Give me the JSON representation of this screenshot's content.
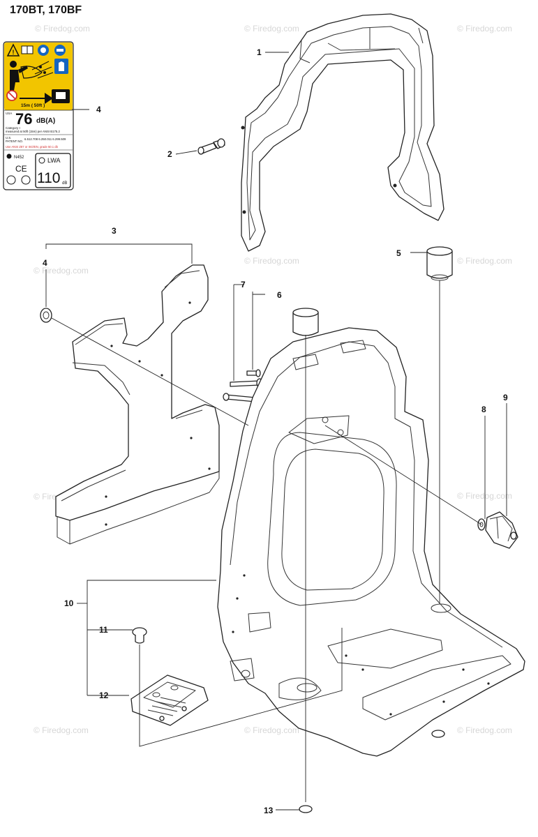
{
  "title": "170BT, 170BF",
  "watermark": "© Firedog.com",
  "callouts": [
    {
      "id": "1",
      "label": "1"
    },
    {
      "id": "2",
      "label": "2"
    },
    {
      "id": "3",
      "label": "3"
    },
    {
      "id": "4a",
      "label": "4"
    },
    {
      "id": "4b",
      "label": "4"
    },
    {
      "id": "5",
      "label": "5"
    },
    {
      "id": "6",
      "label": "6"
    },
    {
      "id": "7",
      "label": "7"
    },
    {
      "id": "8",
      "label": "8"
    },
    {
      "id": "9",
      "label": "9"
    },
    {
      "id": "10",
      "label": "10"
    },
    {
      "id": "11",
      "label": "11"
    },
    {
      "id": "12",
      "label": "12"
    },
    {
      "id": "13",
      "label": "13"
    }
  ],
  "label_decal": {
    "noise_value": "76",
    "noise_unit": "dB(A)",
    "lwa_label": "LWA",
    "lwa_value": "110",
    "lwa_unit": "dB",
    "distance": "15m ( 50ft )",
    "usa_prefix": "USA",
    "category_line1": "Category I",
    "category_line2": "measured at 50ft (15m) per ANSI B175.2",
    "patent_line1": "U.S.",
    "patent_line2": "PATENT NO.",
    "patent_numbers": "6.512.708  6.250.011  6.299.509",
    "ear_line": "Use ANSI Z87 or ISO/EN, grade 50.1 db",
    "nr_code": "N452",
    "ce_mark": "CE"
  },
  "colors": {
    "label_yellow": "#f2c500",
    "label_blue": "#1565c0",
    "label_red": "#d32f2f",
    "line": "#222222"
  }
}
